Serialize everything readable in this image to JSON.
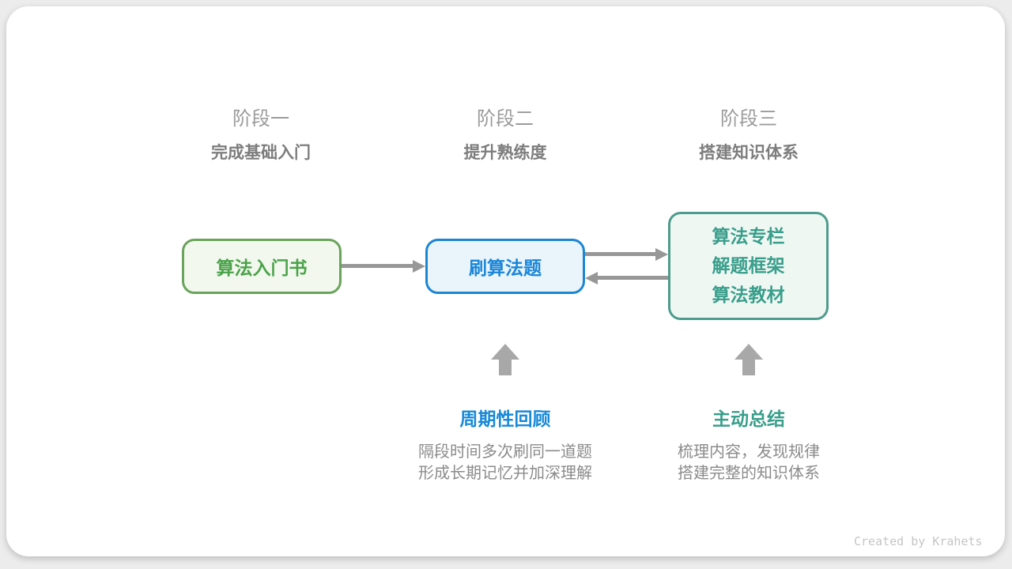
{
  "colors": {
    "page_background": "#ececec",
    "card_background": "#ffffff",
    "green_border": "#6aa35c",
    "green_bg": "#f2f8ee",
    "green_text": "#4aa34a",
    "blue_border": "#1d86d2",
    "blue_bg": "#eaf4fb",
    "blue_text": "#1a86d9",
    "teal_border": "#4d9c8d",
    "teal_bg": "#eff7f3",
    "teal_text": "#399e8b",
    "arrow_gray": "#979797",
    "block_arrow_gray": "#a8a8a8",
    "stage_label_gray": "#9b9b9b",
    "subtitle_gray": "#7d7d7d",
    "desc_gray": "#8b8b8b",
    "credit_gray": "#c6c6c6"
  },
  "stages": [
    {
      "label": "阶段一",
      "subtitle": "完成基础入门"
    },
    {
      "label": "阶段二",
      "subtitle": "提升熟练度"
    },
    {
      "label": "阶段三",
      "subtitle": "搭建知识体系"
    }
  ],
  "nodes": {
    "intro_book": {
      "label": "算法入门书"
    },
    "practice": {
      "label": "刷算法题"
    },
    "resources": {
      "lines": [
        "算法专栏",
        "解题框架",
        "算法教材"
      ]
    }
  },
  "annotations": {
    "review": {
      "title": "周期性回顾",
      "desc_line1": "隔段时间多次刷同一道题",
      "desc_line2": "形成长期记忆并加深理解"
    },
    "summarize": {
      "title": "主动总结",
      "desc_line1": "梳理内容，发现规律",
      "desc_line2": "搭建完整的知识体系"
    }
  },
  "footer": {
    "credit": "Created by Krahets"
  }
}
